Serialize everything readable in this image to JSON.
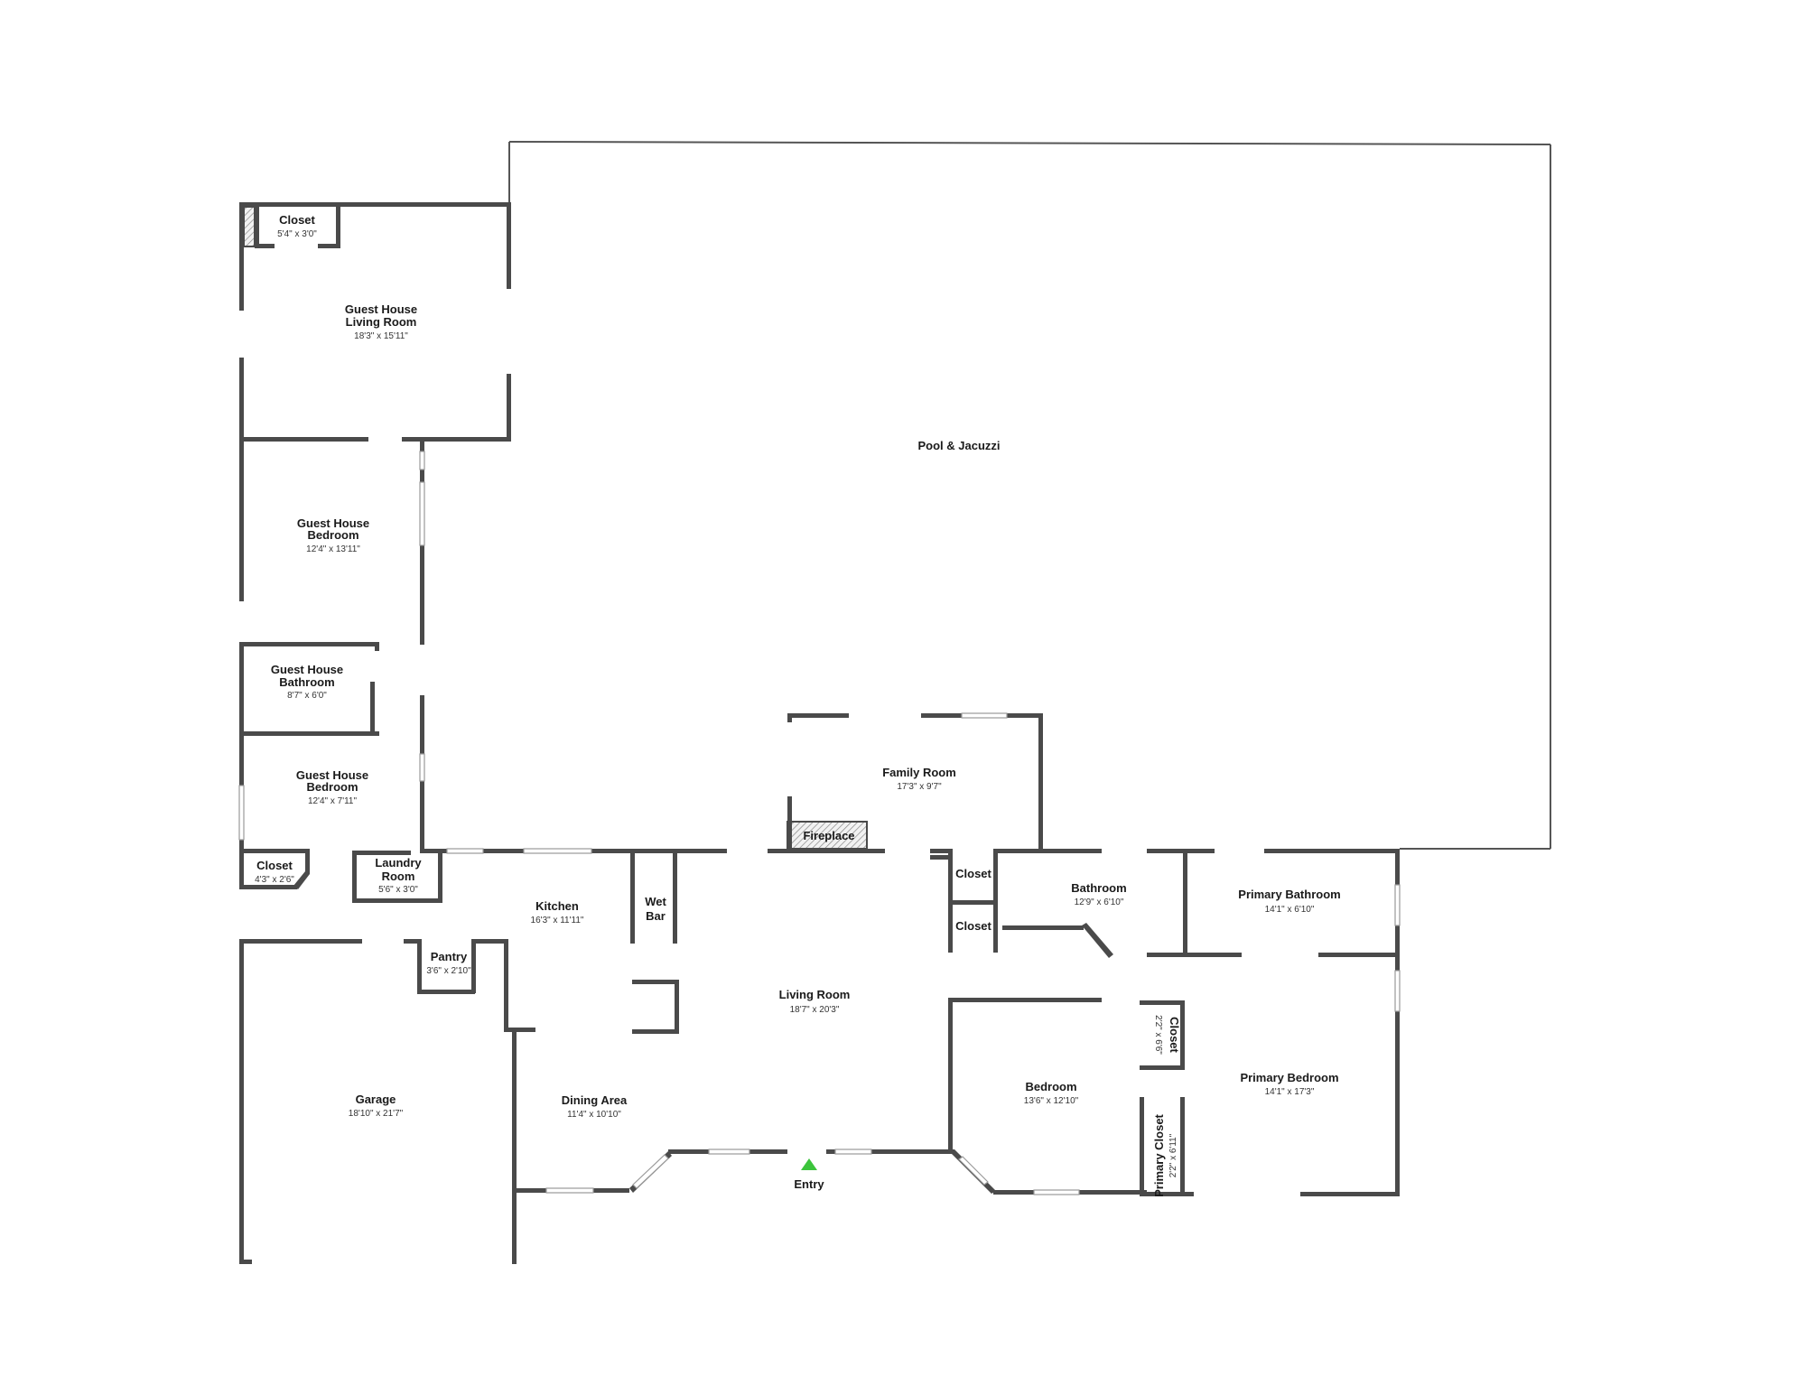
{
  "rooms": {
    "gh_closet": {
      "name": "Closet",
      "dim": "5'4\" x 3'0\""
    },
    "gh_living": {
      "name1": "Guest House",
      "name2": "Living Room",
      "dim": "18'3\" x 15'11\""
    },
    "gh_bedroom1": {
      "name1": "Guest House",
      "name2": "Bedroom",
      "dim": "12'4\" x 13'11\""
    },
    "gh_bathroom": {
      "name1": "Guest House",
      "name2": "Bathroom",
      "dim": "8'7\" x 6'0\""
    },
    "gh_bedroom2": {
      "name1": "Guest House",
      "name2": "Bedroom",
      "dim": "12'4\" x 7'11\""
    },
    "closet_sm": {
      "name": "Closet",
      "dim": "4'3\" x 2'6\""
    },
    "laundry": {
      "name1": "Laundry",
      "name2": "Room",
      "dim": "5'6\" x 3'0\""
    },
    "pool": {
      "name": "Pool & Jacuzzi"
    },
    "kitchen": {
      "name": "Kitchen",
      "dim": "16'3\" x 11'11\""
    },
    "wetbar": {
      "name1": "Wet",
      "name2": "Bar"
    },
    "pantry": {
      "name": "Pantry",
      "dim": "3'6\" x 2'10\""
    },
    "family": {
      "name": "Family Room",
      "dim": "17'3\" x 9'7\""
    },
    "fireplace": {
      "name": "Fireplace"
    },
    "closet_a": {
      "name": "Closet"
    },
    "closet_b": {
      "name": "Closet"
    },
    "bathroom": {
      "name": "Bathroom",
      "dim": "12'9\" x 6'10\""
    },
    "primary_bath": {
      "name": "Primary Bathroom",
      "dim": "14'1\" x 6'10\""
    },
    "living": {
      "name": "Living Room",
      "dim": "18'7\" x 20'3\""
    },
    "garage": {
      "name": "Garage",
      "dim": "18'10\" x 21'7\""
    },
    "dining": {
      "name": "Dining Area",
      "dim": "11'4\" x 10'10\""
    },
    "bedroom": {
      "name": "Bedroom",
      "dim": "13'6\" x 12'10\""
    },
    "closet_v": {
      "name": "Closet",
      "dim": "2'2\" x 6'6\""
    },
    "primary_closet": {
      "name": "Primary Closet",
      "dim": "2'2\" x 6'11\""
    },
    "primary_bed": {
      "name": "Primary Bedroom",
      "dim": "14'1\" x 17'3\""
    },
    "entry": {
      "name": "Entry"
    }
  },
  "colors": {
    "wall": "#4a4a4a",
    "entry_marker": "#3cc43c"
  },
  "icons": {
    "entry": "entry-triangle-icon"
  }
}
